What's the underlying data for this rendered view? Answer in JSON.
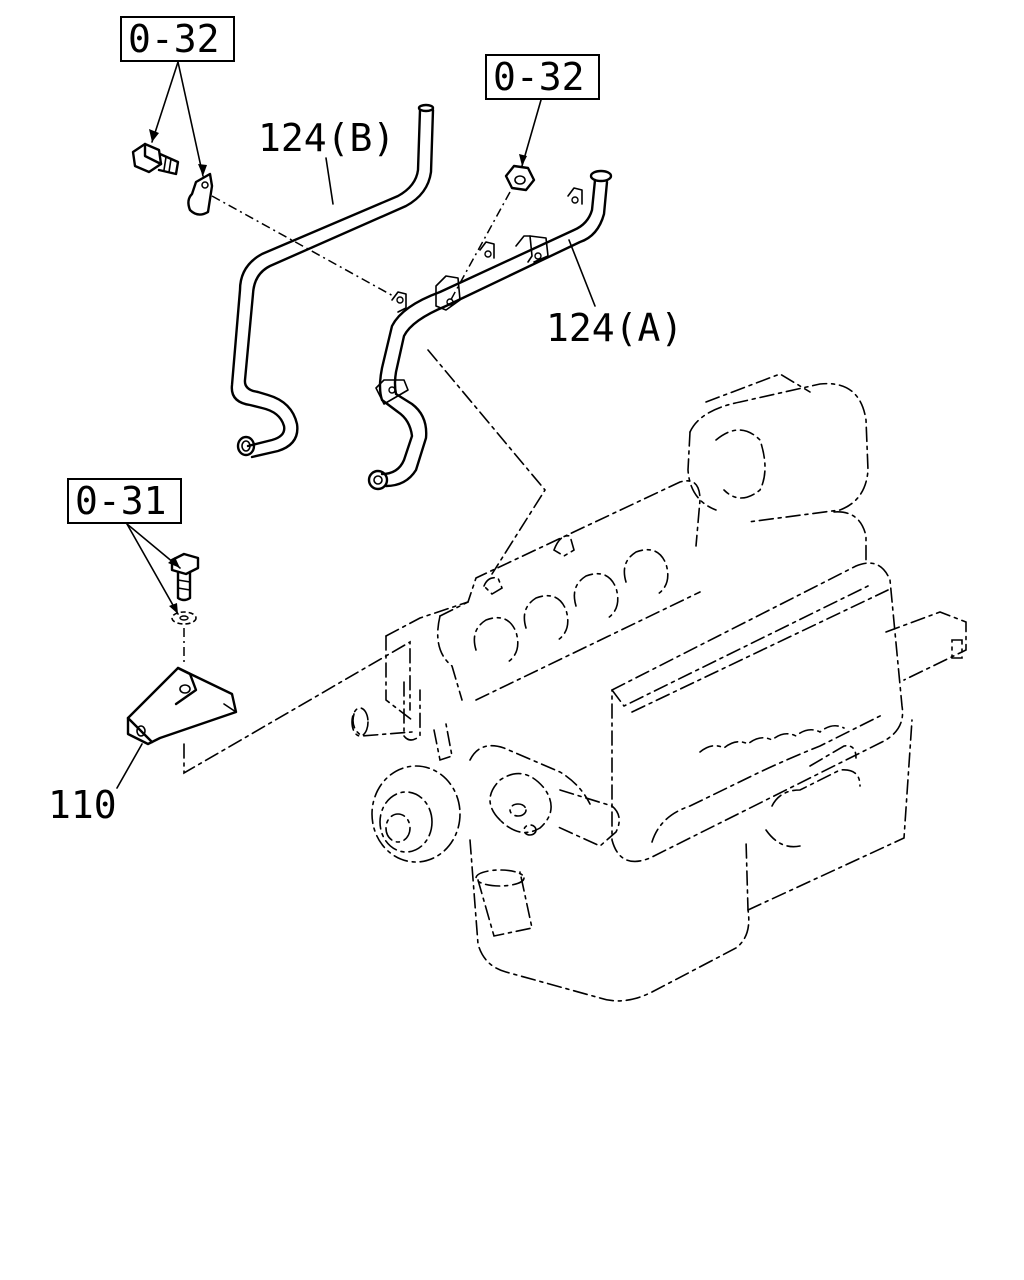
{
  "refs": {
    "ref_top_left": "0-32",
    "ref_top_right": "0-32",
    "ref_left": "0-31"
  },
  "parts": {
    "pipe_b": "124(B)",
    "pipe_a": "124(A)",
    "bracket": "110"
  }
}
